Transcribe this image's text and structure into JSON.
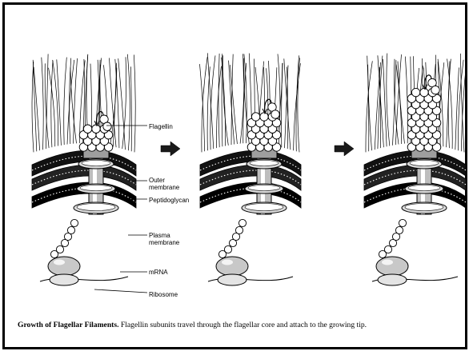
{
  "labels": {
    "flagellin": "Flagellin",
    "outer_membrane_1": "Outer",
    "outer_membrane_2": "membrane",
    "peptidoglycan": "Peptidoglycan",
    "plasma_membrane_1": "Plasma",
    "plasma_membrane_2": "membrane",
    "mrna": "mRNA",
    "ribosome": "Ribosome"
  },
  "caption": {
    "title": "Growth of Flagellar Filaments.",
    "text": " Flagellin subunits travel through the flagellar core and attach to the growing tip."
  },
  "colors": {
    "ink": "#000000",
    "arrow": "#1a1a1a",
    "background": "#ffffff"
  },
  "panels": [
    {
      "stage": 1,
      "filament_rows": 4
    },
    {
      "stage": 2,
      "filament_rows": 6
    },
    {
      "stage": 3,
      "filament_rows": 10
    }
  ],
  "arrows": [
    "right-arrow-icon",
    "right-arrow-icon"
  ]
}
